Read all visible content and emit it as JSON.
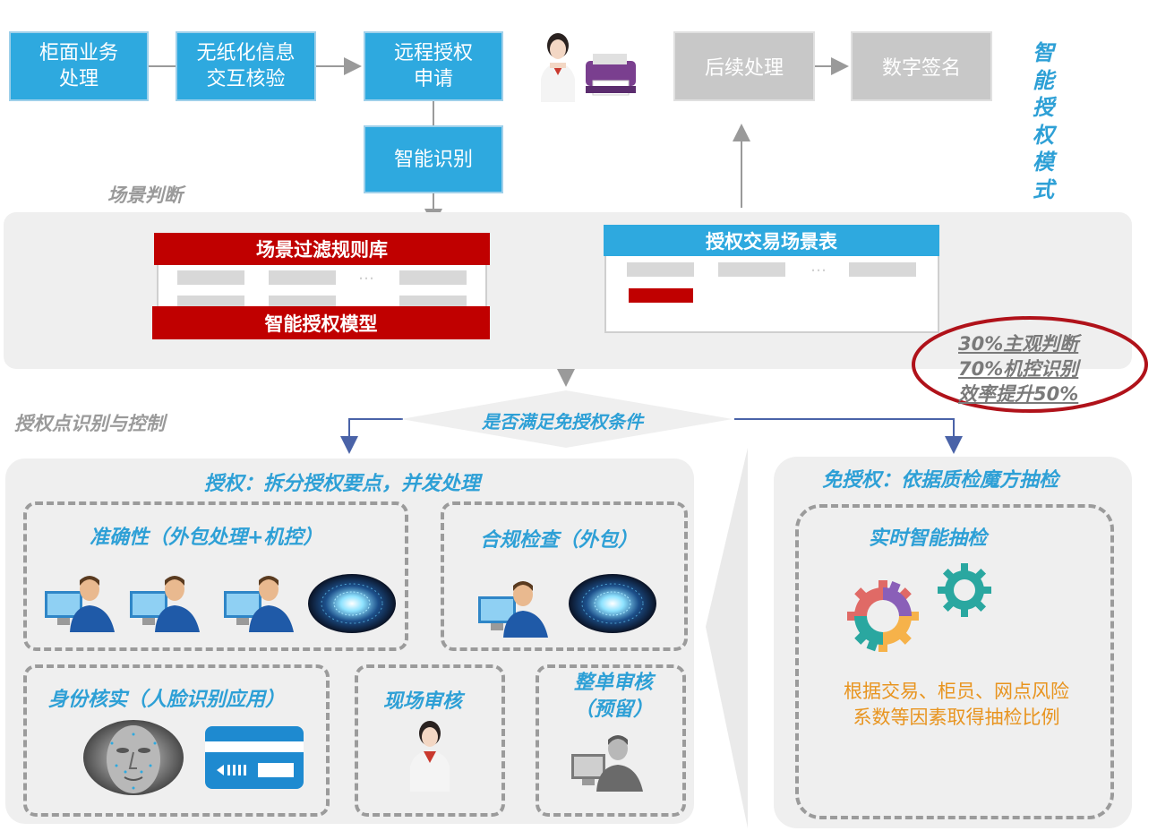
{
  "top_flow": {
    "counter": "柜面业务\n处理",
    "paperless": "无纸化信息\n交互核验",
    "remote_auth": "远程授权\n申请",
    "smart_recognition": "智能识别",
    "follow_up": "后续处理",
    "digital_signature": "数字签名"
  },
  "side_title": [
    "智",
    "能",
    "授",
    "权",
    "模",
    "式"
  ],
  "scene_judgement": {
    "label": "场景判断",
    "filter_rules": "场景过滤规则库",
    "auth_model": "智能授权模型",
    "scene_table": "授权交易场景表",
    "ellipsis": "…"
  },
  "stats": [
    "30%主观判断",
    "70%机控识别",
    "效率提升50%"
  ],
  "decision": "是否满足免授权条件",
  "auth_section": {
    "label": "授权点识别与控制",
    "title": "授权：拆分授权要点，并发处理",
    "accuracy": "准确性（外包处理+机控）",
    "compliance": "合规检查（外包）",
    "identity": "身份核实（人脸识别应用）",
    "onsite": "现场审核",
    "whole_review": "整单审核\n（预留）"
  },
  "exempt_section": {
    "title": "免授权：依据质检魔方抽检",
    "realtime": "实时智能抽检",
    "desc": "根据交易、柜员、网点风险\n系数等因素取得抽检比例"
  },
  "colors": {
    "blue": "#2ea9df",
    "gray_box": "#c8c8c8",
    "red": "#c00000",
    "orange_text": "#e8941f",
    "label_blue": "#2ea0d6"
  },
  "icons": [
    "operator-computer-icon",
    "data-tunnel-icon",
    "face-scan-icon",
    "bank-card-icon",
    "clerk-icon",
    "printer-icon",
    "gear-icon",
    "reserved-operator-icon"
  ]
}
